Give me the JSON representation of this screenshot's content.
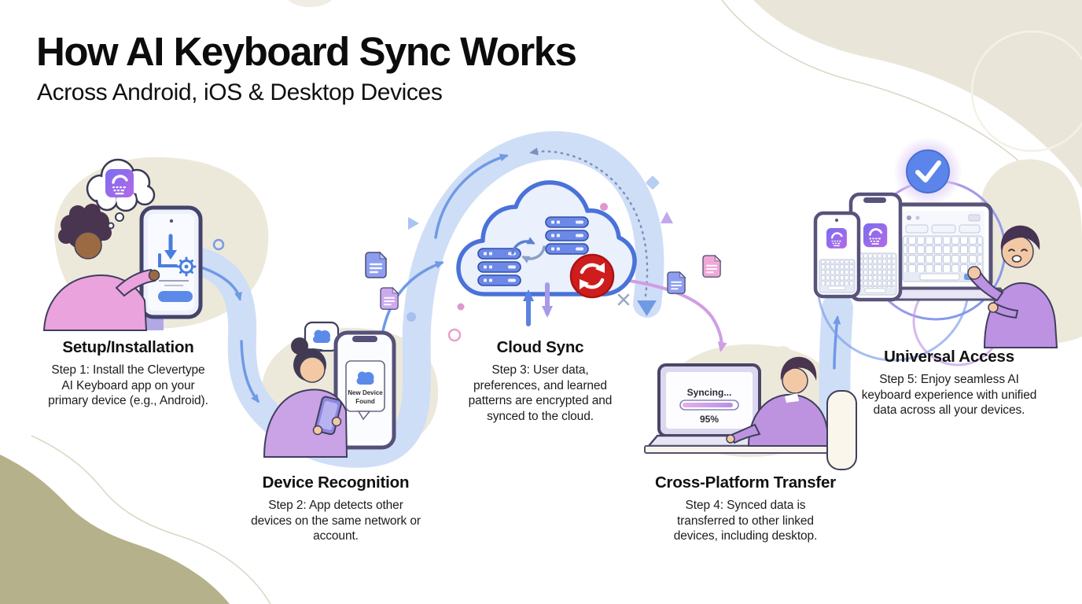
{
  "header": {
    "title": "How AI Keyboard Sync Works",
    "subtitle": "Across Android, iOS & Desktop Devices"
  },
  "steps": [
    {
      "heading": "Setup/Installation",
      "body": "Step 1: Install the Clevertype AI Keyboard app on your primary device (e.g., Android)."
    },
    {
      "heading": "Device Recognition",
      "body": "Step 2: App detects other devices on the same network or account."
    },
    {
      "heading": "Cloud Sync",
      "body": "Step 3: User data, preferences, and learned patterns are encrypted and synced to the cloud."
    },
    {
      "heading": "Cross-Platform Transfer",
      "body": "Step 4: Synced data is transferred to other linked devices, including desktop."
    },
    {
      "heading": "Universal Access",
      "body": "Step 5: Enjoy seamless AI keyboard experience with unified data across all your devices."
    }
  ],
  "illustration_text": {
    "device_found_lines": [
      "New Device",
      "Found"
    ],
    "syncing_label": "Syncing...",
    "syncing_percent": "95%"
  },
  "icons": [
    "keyboard-app-icon",
    "thought-bubble-icon",
    "download-icon",
    "gear-icon",
    "cloud-notification-icon",
    "cloud-icon",
    "server-stack-icon",
    "sync-cycle-icon",
    "red-sync-badge-icon",
    "document-icon",
    "upload-arrow-icon",
    "download-arrow-icon",
    "progress-bar",
    "check-badge-icon",
    "flow-arrow-icon"
  ],
  "colors": {
    "accent_blue": "#5b85ea",
    "flow_band": "#cfdef7",
    "arrow_blue": "#6f9ae4",
    "arrow_pink": "#cf9fe2",
    "badge_red": "#cf1d1d",
    "cloud_fill": "#eaf0fc",
    "cloud_stroke": "#4a72d8",
    "blob_beige": "#e9e6d9",
    "blob_olive": "#b5b18a",
    "blob_cream": "#ede9da",
    "text_dark": "#161616"
  }
}
